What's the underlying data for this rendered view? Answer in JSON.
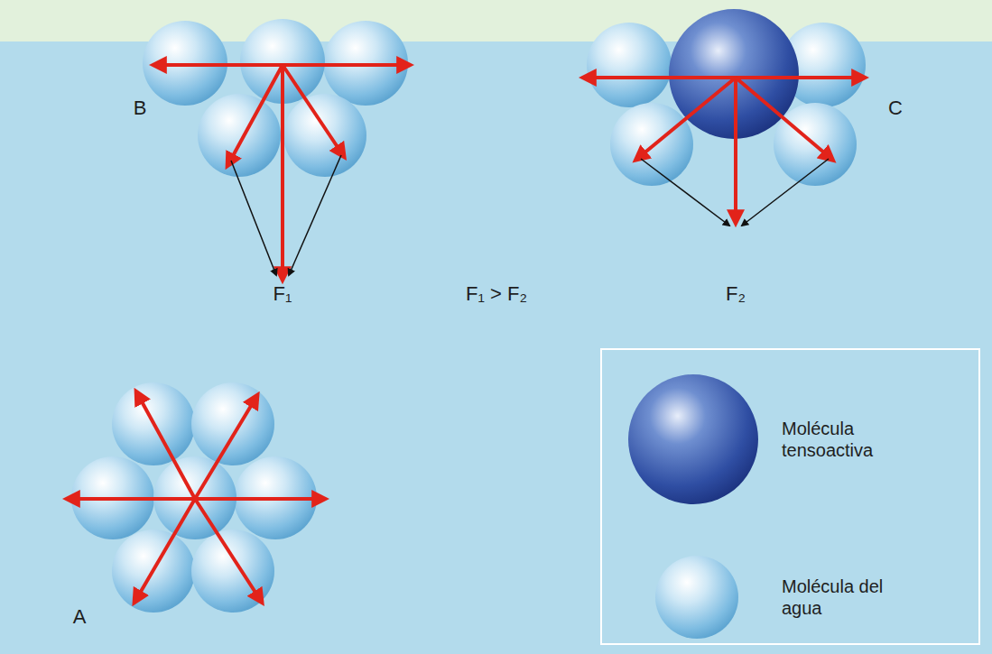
{
  "diagram": {
    "labels": [
      "B",
      "C",
      "F₁",
      "F₁ > F₂",
      "F₂",
      "A"
    ],
    "legend": [
      {
        "text": "Molécula tensoactiva"
      },
      {
        "text": "Molécula del agua"
      }
    ]
  }
}
